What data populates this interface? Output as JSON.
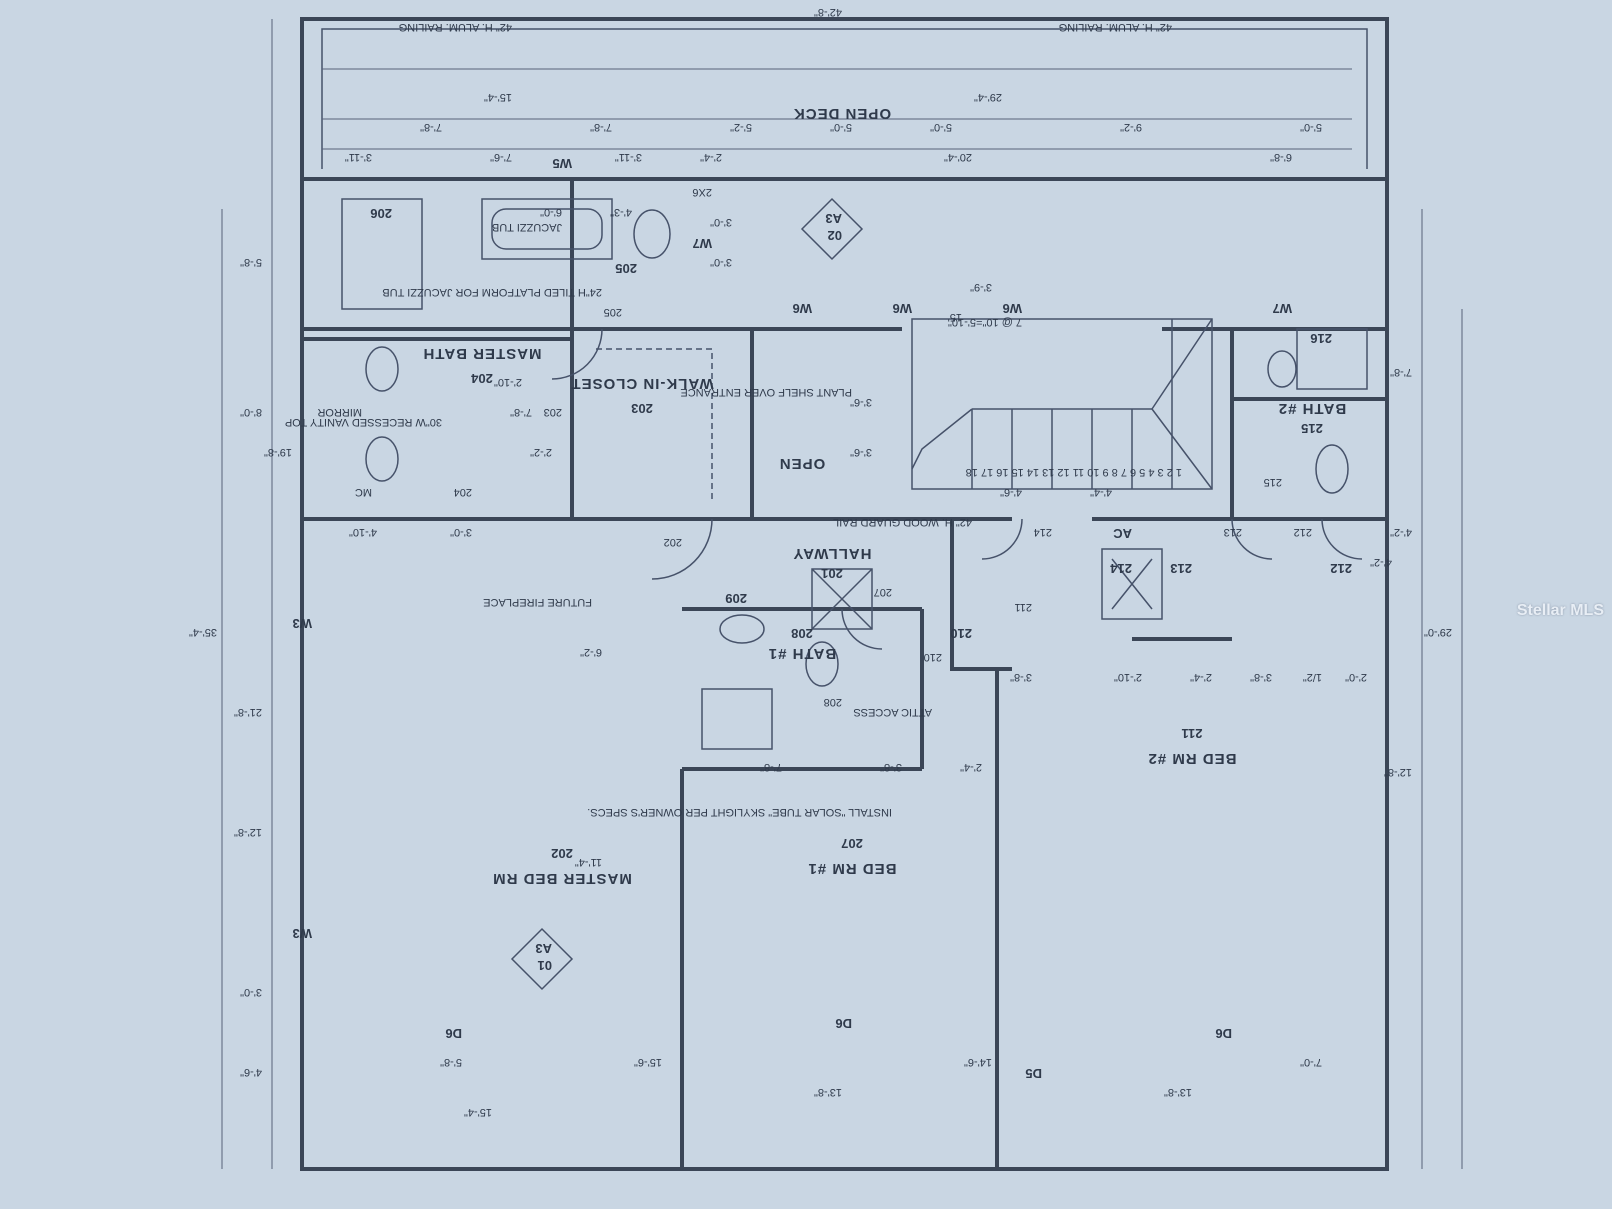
{
  "rooms": {
    "master_bed": {
      "name": "MASTER BED RM",
      "num": "202"
    },
    "bed1": {
      "name": "BED RM #1",
      "num": "207"
    },
    "bed2": {
      "name": "BED RM #2",
      "num": "211"
    },
    "master_bath": {
      "name": "MASTER BATH",
      "num": "204"
    },
    "closet": {
      "name": "WALK-IN CLOSET",
      "num": "203"
    },
    "hallway": {
      "name": "HALLWAY",
      "num": "201"
    },
    "bath1": {
      "name": "BATH #1",
      "num": "208"
    },
    "bath2": {
      "name": "BATH #2",
      "num": "215"
    },
    "open": {
      "name": "OPEN"
    },
    "open_deck": {
      "name": "OPEN DECK"
    }
  },
  "tags": {
    "t205": "205",
    "t206": "206",
    "t209": "209",
    "t210": "210",
    "t212": "212",
    "t213": "213",
    "t214": "214",
    "t216": "216",
    "ac": "AC",
    "t202c": "202",
    "t203c": "203",
    "t204c": "204",
    "t205c": "205",
    "t207c": "207",
    "t208c": "208",
    "t210c": "210",
    "t211c": "211",
    "t212c": "212",
    "t213c": "213",
    "t214c": "214",
    "t215c": "215"
  },
  "notes": {
    "jacuzzi": "JACUZZI TUB",
    "jacuzzi_dim": "6'-0\"",
    "tiled_platform": "24\"H TILED PLATFORM FOR JACUZZI TUB",
    "vanity": "30\"W RECESSED VANITY TOP",
    "mirror": "MIRROR",
    "mc": "MC",
    "fireplace": "FUTURE FIREPLACE",
    "plant_shelf": "PLANT SHELF OVER ENTRANCE",
    "guard_rail": "42\" H. WOOD GUARD RAIL",
    "attic": "ATTIC ACCESS",
    "solar_tube": "INSTALL \"SOLAR TUBE\" SKYLIGHT PER OWNER'S SPECS.",
    "railing": "42\" H. ALUM. RAILING",
    "stairs_note": "7 @ 10\"=5'-10\"",
    "twox6": "2X6"
  },
  "section_markers": [
    {
      "num": "01",
      "sheet": "A3"
    },
    {
      "num": "02",
      "sheet": "A3"
    }
  ],
  "windows": {
    "w3": "W3",
    "w5": "W5",
    "w6": "W6",
    "w7": "W7",
    "d5": "D5",
    "d6": "D6"
  },
  "dims": {
    "top_overall_left": "15'-4\"",
    "top_overall_right": "29'-4\"",
    "top_a": "7'-8\"",
    "top_b": "7'-8\"",
    "top_c": "5'-2\"",
    "top_d": "5'-0\"",
    "top_e": "5'-0\"",
    "top_f": "9'-2\"",
    "top_g": "5'-0\"",
    "top_h": "3'-11\"",
    "top_i": "7'-6\"",
    "top_j": "3'-11\"",
    "top_k": "2'-4\"",
    "top_l": "20'-4\"",
    "top_m": "6'-8\"",
    "left_a": "5'-8\"",
    "left_b": "8'-0\"",
    "left_c": "19'-8\"",
    "left_d": "35'-4\"",
    "left_e": "21'-8\"",
    "left_f": "12'-8\"",
    "left_g": "3'-0\"",
    "left_h": "4'-6\"",
    "right_a": "7'-8\"",
    "right_b": "4'-2\"",
    "right_c": "29'-0\"",
    "right_d": "12'-8\"",
    "mid_a": "3'-9\"",
    "mid_b": "15'",
    "mid_c": "3'-6\"",
    "mid_d": "3'-6\"",
    "mid_e": "4'-6\"",
    "mid_f": "4'-4\"",
    "mid_g": "4'-2\"",
    "mid_h": "6'-2\"",
    "mid_i": "11'-4\"",
    "mid_j": "3'-8\"",
    "mid_k": "2'-10\"",
    "mid_l": "2'-4\"",
    "mid_m": "3'-8\"",
    "mid_n": "1/2\"",
    "mid_o": "2'-0\"",
    "mid_p": "7'-8\"",
    "mid_q": "3'-8\"",
    "mid_r": "2'-4\"",
    "mid_s": "4'-10\"",
    "mid_t": "3'-0\"",
    "mid_u": "7'-8\"",
    "mid_v": "2'-2\"",
    "mid_w": "2'-10\"",
    "mid_x": "3'-0\"",
    "mid_y": "3'-0\"",
    "mid_z": "4'-3\"",
    "bot_a": "5'-8\"",
    "bot_b": "15'-6\"",
    "bot_c": "14'-6\"",
    "bot_d": "7'-0\"",
    "bot_e": "15'-4\"",
    "bot_f": "13'-8\"",
    "bot_g": "13'-8\"",
    "bot_h": "42'-8\"",
    "stair_nums": "1 2 3 4 5 6 7 8 9 10 11 12 13 14 15 16 17 18"
  },
  "watermark": "Stellar MLS"
}
